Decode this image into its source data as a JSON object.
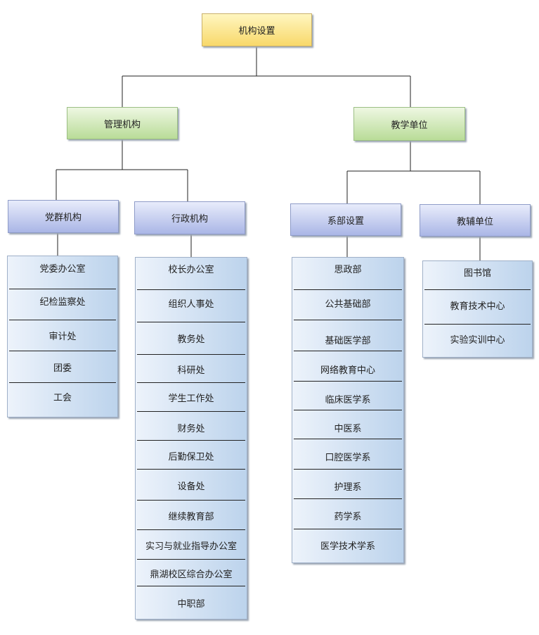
{
  "root": "机构设置",
  "management": {
    "label": "管理机构",
    "groups": [
      {
        "label": "党群机构",
        "items": [
          "党委办公室",
          "纪检监察处",
          "审计处",
          "团委",
          "工会"
        ]
      },
      {
        "label": "行政机构",
        "items": [
          "校长办公室",
          "组织人事处",
          "教务处",
          "科研处",
          "学生工作处",
          "财务处",
          "后勤保卫处",
          "设备处",
          "继续教育部",
          "实习与就业指导办公室",
          "鼎湖校区综合办公室",
          "中职部"
        ]
      }
    ]
  },
  "teaching": {
    "label": "教学单位",
    "groups": [
      {
        "label": "系部设置",
        "items": [
          "思政部",
          "公共基础部",
          "基础医学部",
          "网络教育中心",
          "临床医学系",
          "中医系",
          "口腔医学系",
          "护理系",
          "药学系",
          "医学技术学系"
        ]
      },
      {
        "label": "教辅单位",
        "items": [
          "图书馆",
          "教育技术中心",
          "实验实训中心"
        ]
      }
    ]
  }
}
